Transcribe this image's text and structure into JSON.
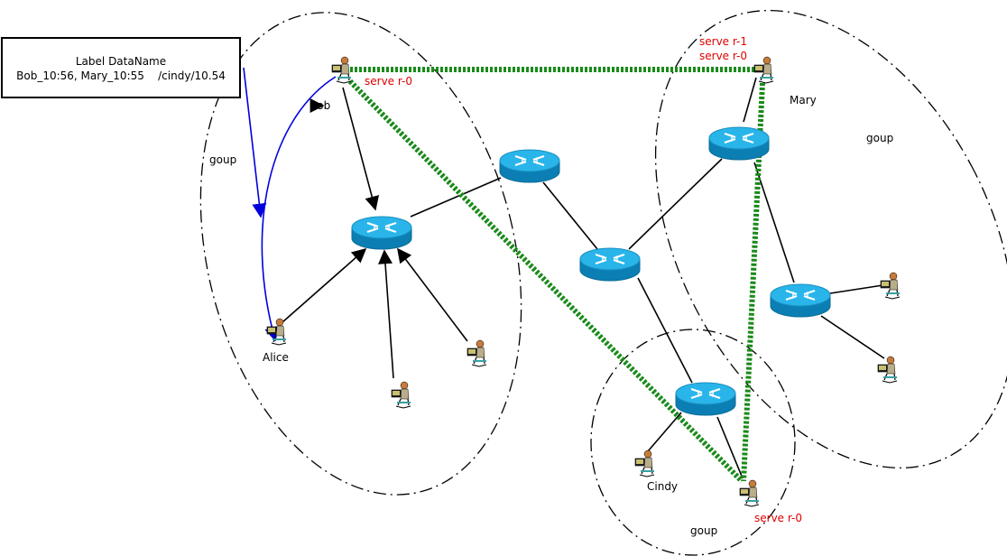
{
  "info_box": {
    "header": "Label    DataName",
    "values": "Bob_10:56, Mary_10:55    /cindy/10.54"
  },
  "nodes": {
    "bob": "Bob",
    "mary": "Mary",
    "alice": "Alice",
    "cindy": "Cindy"
  },
  "groups": {
    "left": "goup",
    "right": "goup",
    "bottom": "goup"
  },
  "server_labels": {
    "bob": "serve   r-0",
    "mary_1": "serve   r-1",
    "mary_0": "serve   r-0",
    "cindy_bottom": "serve   r-0"
  },
  "colors": {
    "route_green": "#1a8a1a",
    "link_blue": "#0000dd",
    "server_red": "#e00000",
    "router_blue": "#1ea0d6"
  }
}
